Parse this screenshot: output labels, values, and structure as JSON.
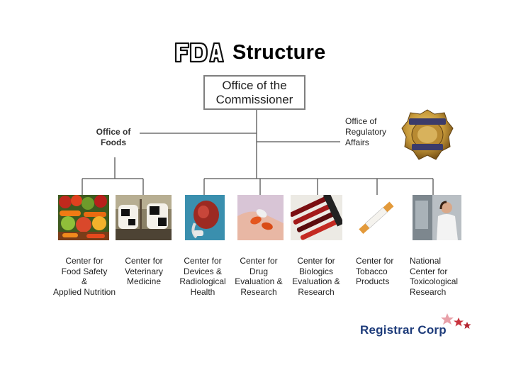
{
  "title": {
    "logo_text": "FDA",
    "text": "Structure"
  },
  "commissioner": "Office of the\nCommissioner",
  "office_of_foods": "Office of\nFoods",
  "office_regulatory": "Office of\nRegulatory\nAffairs",
  "centers": [
    {
      "label": "Center for\nFood Safety\n&\nApplied Nutrition",
      "image": "vegetables-photo"
    },
    {
      "label": "Center for\nVeterinary\nMedicine",
      "image": "cows-photo"
    },
    {
      "label": "Center for\nDevices &\nRadiological\nHealth",
      "image": "device-photo"
    },
    {
      "label": "Center for\nDrug\nEvaluation &\nResearch",
      "image": "pills-photo"
    },
    {
      "label": "Center for\nBiologics\nEvaluation &\nResearch",
      "image": "test-tubes-photo"
    },
    {
      "label": "Center for\nTobacco\nProducts",
      "image": "cigarette-photo"
    },
    {
      "label": "National\nCenter for\nToxicological\nResearch",
      "image": "lab-scientist-photo"
    }
  ],
  "badge_icon": "fda-badge-icon",
  "footer": {
    "company": "Registrar Corp"
  },
  "colors": {
    "line": "#555555",
    "box_border": "#7f7f7f",
    "registrar_blue": "#1d3b7a",
    "star_red": "#c8323c"
  }
}
